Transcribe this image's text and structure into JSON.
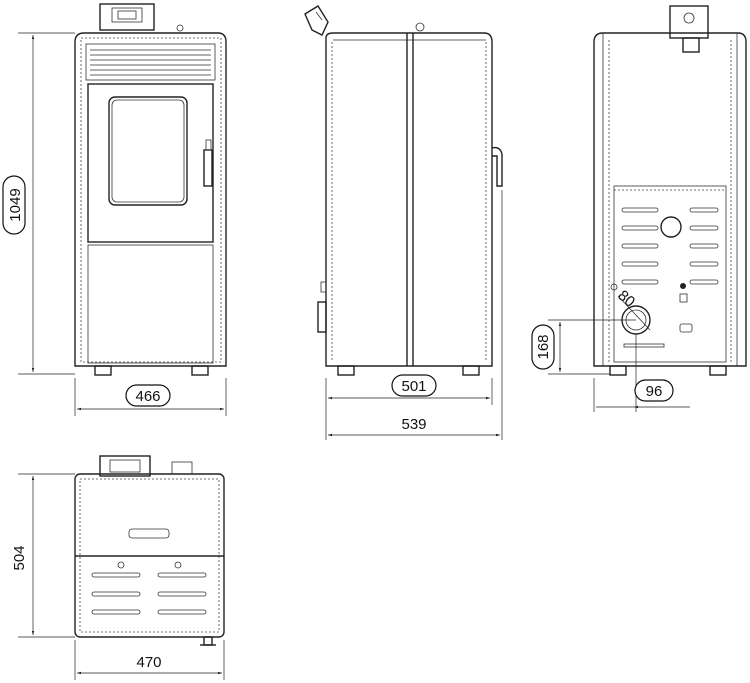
{
  "front_view": {
    "height_label": "1049",
    "width_label": "466"
  },
  "side_view": {
    "depth_label": "501",
    "overall_depth_label": "539"
  },
  "back_view": {
    "flue_height_label": "168",
    "flue_offset_label": "96",
    "flue_diameter_label": "80"
  },
  "top_view": {
    "depth_label": "504",
    "width_label": "470"
  }
}
